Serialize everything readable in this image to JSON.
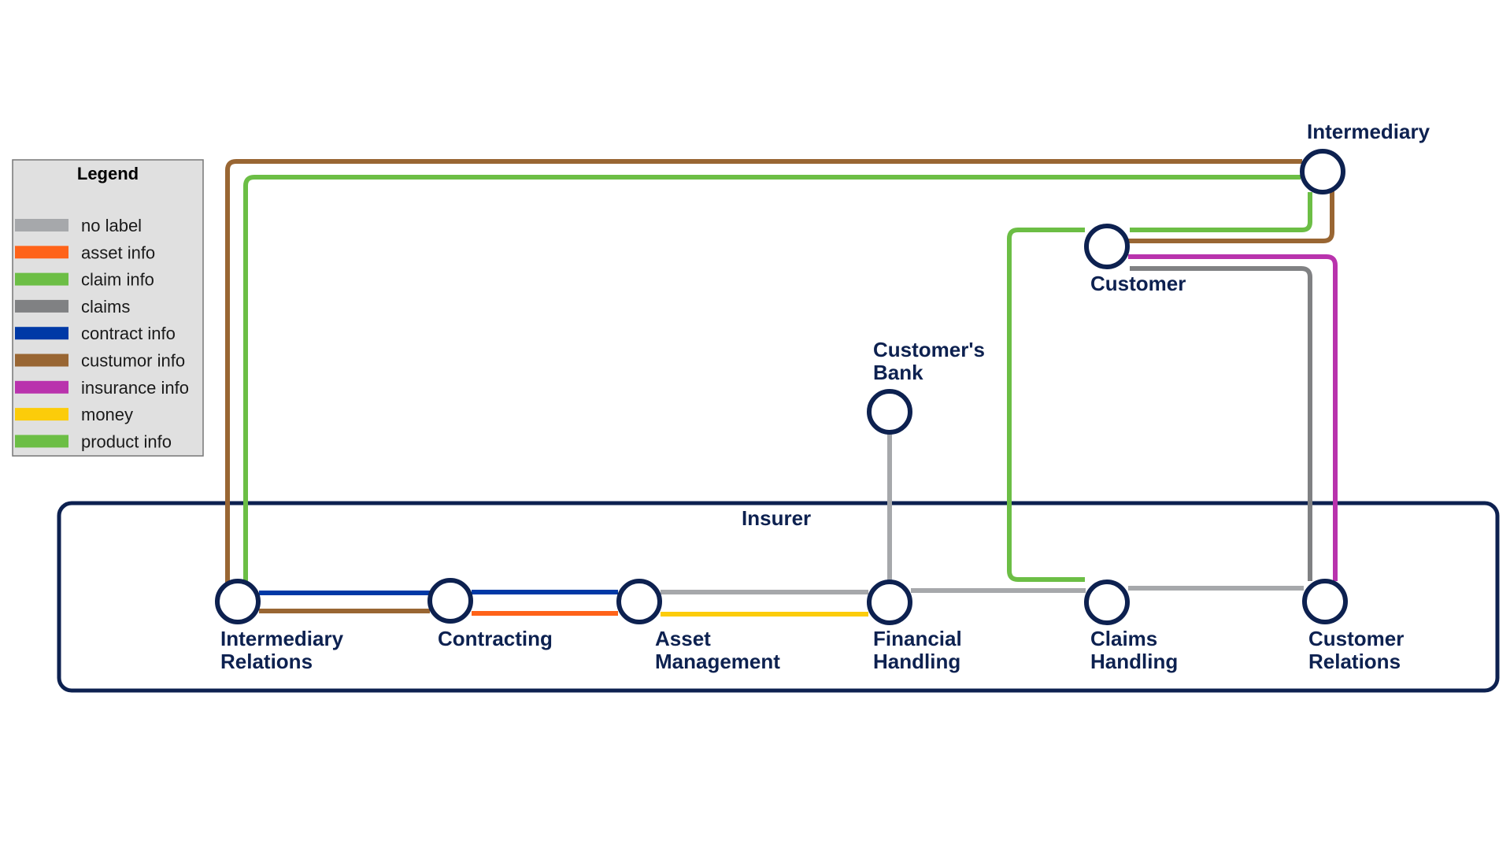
{
  "legend": {
    "title": "Legend",
    "items": [
      {
        "label": "no label",
        "color": "#a6a8ab"
      },
      {
        "label": "asset info",
        "color": "#ff6319"
      },
      {
        "label": "claim info",
        "color": "#6cbe45"
      },
      {
        "label": "claims",
        "color": "#808183"
      },
      {
        "label": "contract info",
        "color": "#0039a6"
      },
      {
        "label": "custumor info",
        "color": "#996633"
      },
      {
        "label": "insurance info",
        "color": "#b933ad"
      },
      {
        "label": "money",
        "color": "#fccc0a"
      },
      {
        "label": "product info",
        "color": "#6cbe45"
      }
    ]
  },
  "group": {
    "label": "Insurer"
  },
  "nodes": [
    {
      "id": "intermediary",
      "label": [
        "Intermediary"
      ]
    },
    {
      "id": "customer",
      "label": [
        "Customer"
      ]
    },
    {
      "id": "customers-bank",
      "label": [
        "Customer's",
        "Bank"
      ]
    },
    {
      "id": "intermediary-relations",
      "label": [
        "Intermediary",
        "Relations"
      ]
    },
    {
      "id": "contracting",
      "label": [
        "Contracting"
      ]
    },
    {
      "id": "asset-management",
      "label": [
        "Asset",
        "Management"
      ]
    },
    {
      "id": "financial-handling",
      "label": [
        "Financial",
        "Handling"
      ]
    },
    {
      "id": "claims-handling",
      "label": [
        "Claims",
        "Handling"
      ]
    },
    {
      "id": "customer-relations",
      "label": [
        "Customer",
        "Relations"
      ]
    }
  ],
  "edges": [
    {
      "from": "intermediary-relations",
      "to": "intermediary",
      "type": "custumor info"
    },
    {
      "from": "intermediary-relations",
      "to": "intermediary",
      "type": "product info"
    },
    {
      "from": "intermediary-relations",
      "to": "contracting",
      "type": "contract info"
    },
    {
      "from": "intermediary-relations",
      "to": "contracting",
      "type": "custumor info"
    },
    {
      "from": "contracting",
      "to": "asset-management",
      "type": "contract info"
    },
    {
      "from": "contracting",
      "to": "asset-management",
      "type": "asset info"
    },
    {
      "from": "asset-management",
      "to": "financial-handling",
      "type": "no label"
    },
    {
      "from": "asset-management",
      "to": "financial-handling",
      "type": "money"
    },
    {
      "from": "financial-handling",
      "to": "customers-bank",
      "type": "no label"
    },
    {
      "from": "financial-handling",
      "to": "claims-handling",
      "type": "no label"
    },
    {
      "from": "claims-handling",
      "to": "customer-relations",
      "type": "no label"
    },
    {
      "from": "claims-handling",
      "to": "customer",
      "type": "claim info"
    },
    {
      "from": "customer",
      "to": "intermediary",
      "type": "claim info"
    },
    {
      "from": "customer",
      "to": "intermediary",
      "type": "custumor info"
    },
    {
      "from": "customer",
      "to": "customer-relations",
      "type": "insurance info"
    },
    {
      "from": "customer",
      "to": "customer-relations",
      "type": "claims"
    }
  ]
}
